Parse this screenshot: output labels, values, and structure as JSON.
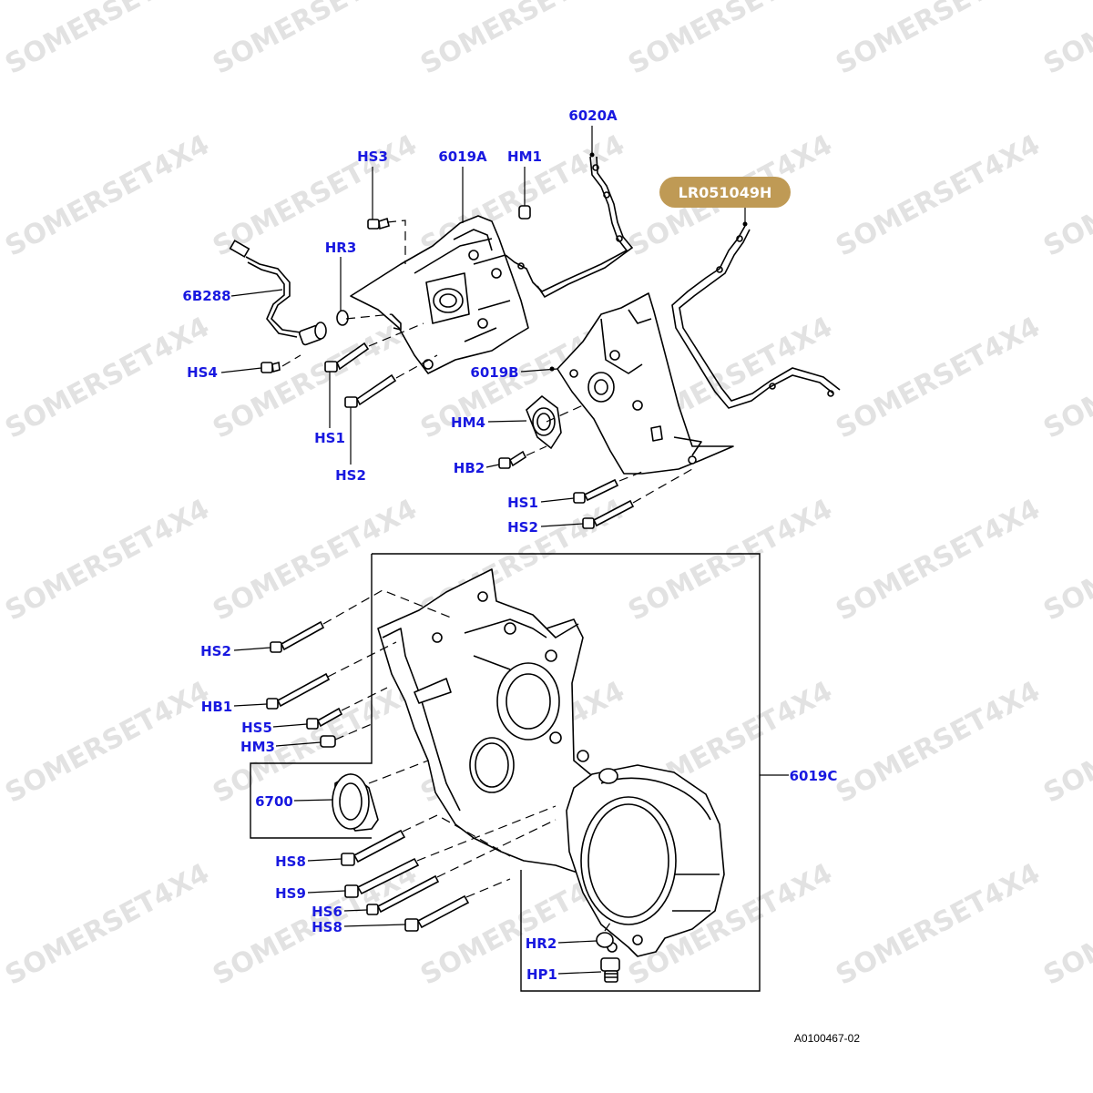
{
  "watermark": {
    "text": "SOMERSET4X4",
    "color": "#e2e2e2"
  },
  "badge": {
    "text": "LR051049H",
    "fill": "#bf9a55",
    "text_color": "#ffffff"
  },
  "reference": "A0100467-02",
  "label_color": "#1818e0",
  "labels": {
    "hs3": "HS3",
    "p6019a": "6019A",
    "hm1": "HM1",
    "p6020a": "6020A",
    "hr3": "HR3",
    "p6b288": "6B288",
    "hs4": "HS4",
    "hs1a": "HS1",
    "hs2a": "HS2",
    "p6019b": "6019B",
    "hm4": "HM4",
    "hb2": "HB2",
    "hs1b": "HS1",
    "hs2b": "HS2",
    "hs2c": "HS2",
    "hb1": "HB1",
    "hs5": "HS5",
    "hm3": "HM3",
    "p6700": "6700",
    "hs8a": "HS8",
    "hs9": "HS9",
    "hs6": "HS6",
    "hs8b": "HS8",
    "hr2": "HR2",
    "hp1": "HP1",
    "p6019c": "6019C"
  }
}
